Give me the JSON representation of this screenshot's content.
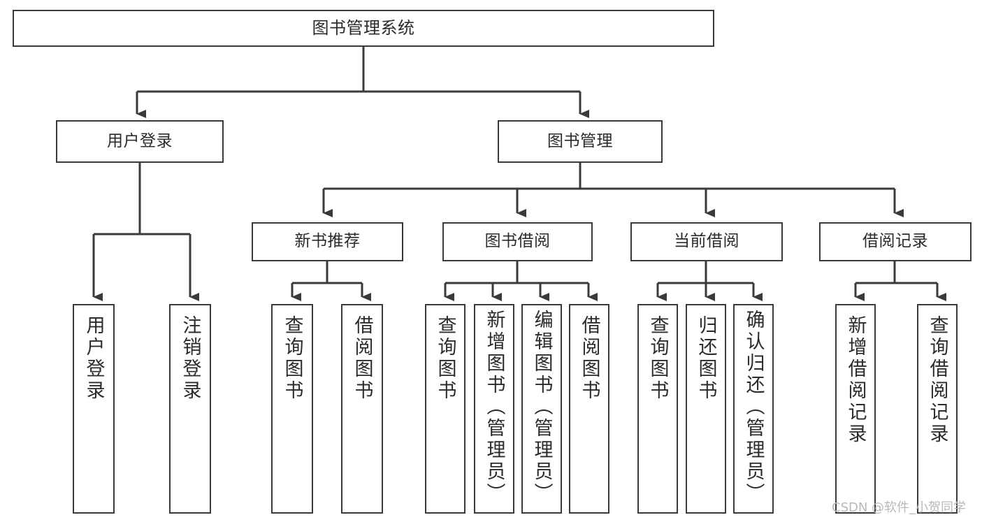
{
  "diagram": {
    "title": "图书管理系统",
    "type": "tree-hierarchy",
    "root": {
      "id": "root",
      "label": "图书管理系统"
    },
    "level2": [
      {
        "id": "user-login",
        "label": "用户登录"
      },
      {
        "id": "book-manage",
        "label": "图书管理"
      }
    ],
    "level3": [
      {
        "id": "new-book-rec",
        "label": "新书推荐",
        "parent": "book-manage"
      },
      {
        "id": "book-borrow",
        "label": "图书借阅",
        "parent": "book-manage"
      },
      {
        "id": "current-borrow",
        "label": "当前借阅",
        "parent": "book-manage"
      },
      {
        "id": "borrow-record",
        "label": "借阅记录",
        "parent": "book-manage"
      }
    ],
    "leaves": {
      "user_login": [
        {
          "id": "leaf-user-login",
          "label": "用户登录"
        },
        {
          "id": "leaf-user-logout",
          "label": "注销登录"
        }
      ],
      "new_book_rec": [
        {
          "id": "leaf-query-book-1",
          "label": "查询图书"
        },
        {
          "id": "leaf-borrow-book-1",
          "label": "借阅图书"
        }
      ],
      "book_borrow": [
        {
          "id": "leaf-query-book-2",
          "label": "查询图书"
        },
        {
          "id": "leaf-add-book",
          "label": "新增图书（管理员）"
        },
        {
          "id": "leaf-edit-book",
          "label": "编辑图书（管理员）"
        },
        {
          "id": "leaf-borrow-book-2",
          "label": "借阅图书"
        }
      ],
      "current_borrow": [
        {
          "id": "leaf-query-book-3",
          "label": "查询图书"
        },
        {
          "id": "leaf-return-book",
          "label": "归还图书"
        },
        {
          "id": "leaf-confirm-return",
          "label": "确认归还（管理员）"
        }
      ],
      "borrow_record": [
        {
          "id": "leaf-add-record",
          "label": "新增借阅记录"
        },
        {
          "id": "leaf-query-record",
          "label": "查询借阅记录"
        }
      ]
    }
  },
  "watermark": {
    "text": "CSDN @软件_小贺同学"
  },
  "colors": {
    "background": "#ffffff",
    "stroke": "#3a3a3a",
    "text": "#2b2b2b",
    "watermark": "#b9b9b9"
  }
}
